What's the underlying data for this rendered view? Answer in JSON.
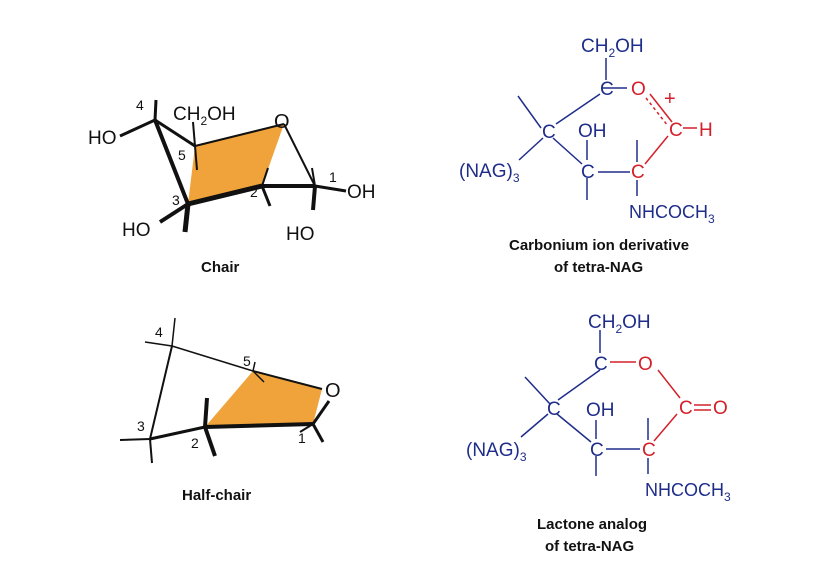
{
  "colors": {
    "ring_fill": "#f0a33a",
    "black": "#111111",
    "blue": "#1f2d8a",
    "red": "#d4202a"
  },
  "chair": {
    "caption": "Chair",
    "labels": {
      "ho_left": "HO",
      "ch2oh_main": "CH",
      "ch2oh_sub": "2",
      "ch2oh_tail": "OH",
      "ring_o": "O",
      "oh_right": "OH",
      "ho_bottom_left": "HO",
      "ho_bottom_right": "HO"
    },
    "numbers": [
      "1",
      "2",
      "3",
      "4",
      "5"
    ]
  },
  "half_chair": {
    "caption": "Half-chair",
    "labels": {
      "ring_o": "O"
    },
    "numbers": [
      "1",
      "2",
      "3",
      "4",
      "5"
    ]
  },
  "carbonium": {
    "caption_line1": "Carbonium ion derivative",
    "caption_line2": "of tetra-NAG",
    "labels": {
      "ch2oh_main": "CH",
      "ch2oh_sub": "2",
      "ch2oh_tail": "OH",
      "c_top": "C",
      "o_ring": "O",
      "plus": "+",
      "c_left": "C",
      "oh": "OH",
      "c_plus": "C",
      "h": "H",
      "dash": "—",
      "nag_main": "(NAG)",
      "nag_sub": "3",
      "c_bl": "C",
      "c_br": "C",
      "nhcoch_main": "NHCOCH",
      "nhcoch_sub": "3"
    }
  },
  "lactone": {
    "caption_line1": "Lactone analog",
    "caption_line2": "of tetra-NAG",
    "labels": {
      "ch2oh_main": "CH",
      "ch2oh_sub": "2",
      "ch2oh_tail": "OH",
      "c_top": "C",
      "o_ring": "O",
      "c_left": "C",
      "oh": "OH",
      "c_carbonyl": "C",
      "o_carbonyl": "O",
      "nag_main": "(NAG)",
      "nag_sub": "3",
      "c_bl": "C",
      "c_br": "C",
      "nhcoch_main": "NHCOCH",
      "nhcoch_sub": "3"
    }
  }
}
